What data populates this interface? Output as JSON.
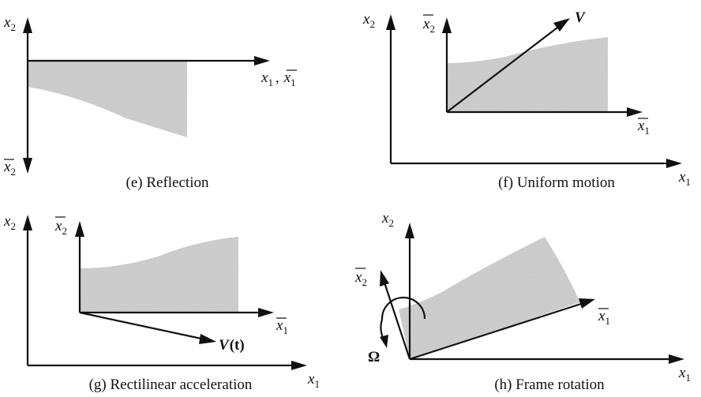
{
  "panels": {
    "e": {
      "caption": "(e) Reflection"
    },
    "f": {
      "caption": "(f) Uniform motion",
      "velocity_label": "V"
    },
    "g": {
      "caption": "(g) Rectilinear acceleration",
      "velocity_label": "V",
      "velocity_arg": "(t)"
    },
    "h": {
      "caption": "(h) Frame rotation",
      "rotation_label": "Ω"
    }
  },
  "axis_labels": {
    "x": "x",
    "sub1": "1",
    "sub2": "2",
    "comma": ","
  },
  "colors": {
    "region": "#cfcfcf",
    "ink": "#111111"
  }
}
